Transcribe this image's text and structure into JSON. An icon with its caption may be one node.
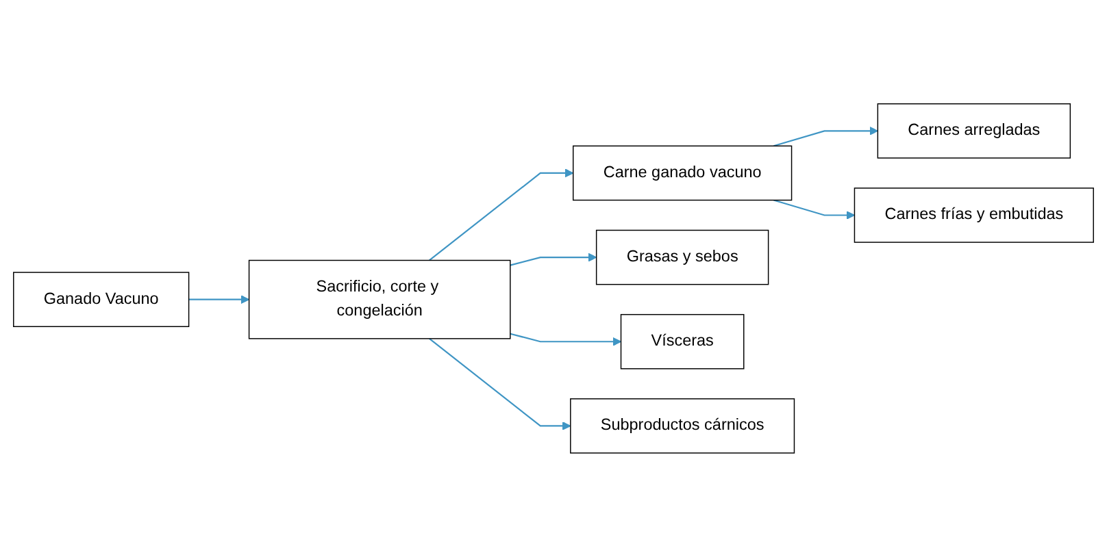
{
  "diagram": {
    "nodes": [
      {
        "text": [
          "Ganado Vacuno"
        ]
      },
      {
        "text": [
          "Sacrificio, corte y congelación"
        ]
      },
      {
        "text": [
          "Carne ganado vacuno"
        ]
      },
      {
        "text": [
          "Carnes arregladas"
        ]
      },
      {
        "text": [
          "Carnes frías y embutidas"
        ]
      },
      {
        "text": [
          "Grasas y sebos"
        ]
      },
      {
        "text": [
          "Vísceras"
        ]
      },
      {
        "text": [
          "Subproductos cárnicos"
        ]
      }
    ],
    "edges": [
      {
        "from": 0,
        "to": 1,
        "arrow": "to"
      },
      {
        "from": 1,
        "to": 2,
        "arrow": "to"
      },
      {
        "from": 2,
        "to": 3,
        "arrow": "to"
      },
      {
        "from": 2,
        "to": 4,
        "arrow": "to"
      },
      {
        "from": 1,
        "to": 5,
        "arrow": "to"
      },
      {
        "from": 1,
        "to": 6,
        "arrow": "to"
      },
      {
        "from": 1,
        "to": 7,
        "arrow": "to"
      }
    ]
  }
}
